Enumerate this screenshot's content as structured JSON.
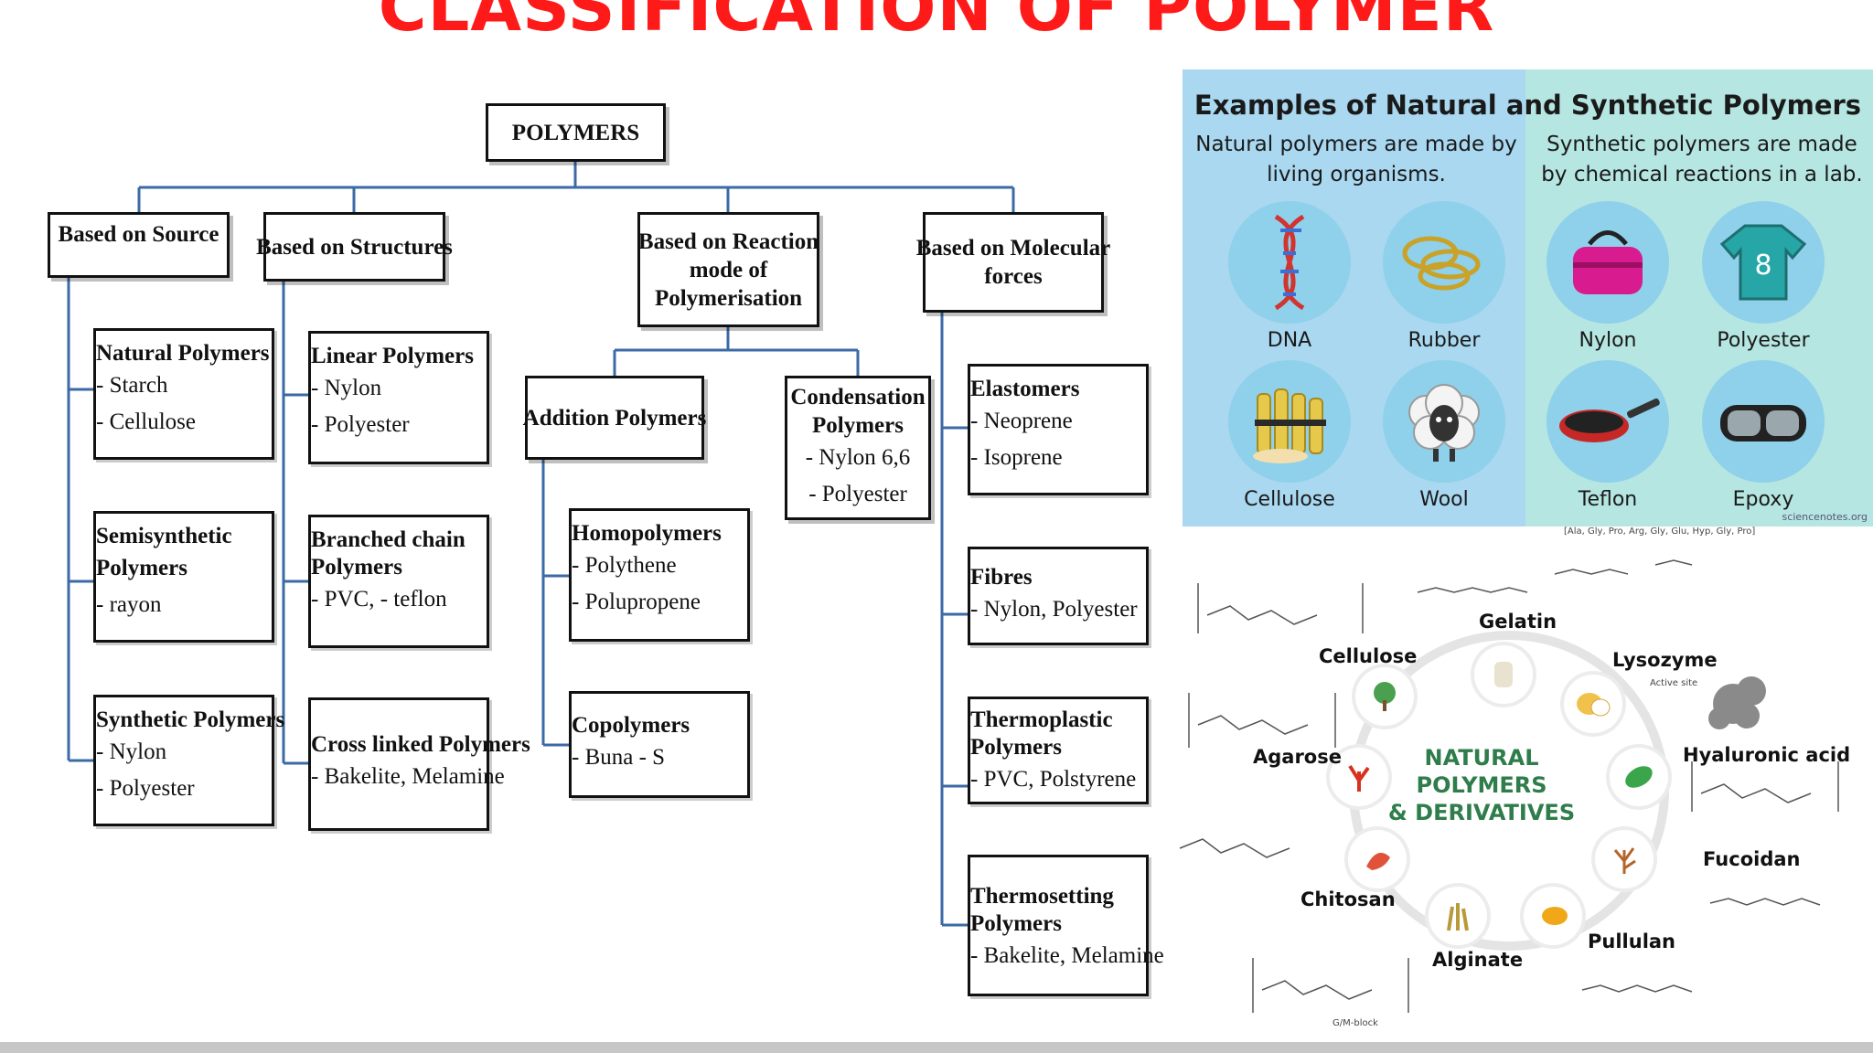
{
  "title": "CLASSIFICATION OF POLYMER",
  "tree": {
    "root": "POLYMERS",
    "source": {
      "label": "Based on Source",
      "natural": {
        "head": "Natural Polymers",
        "items": [
          "- Starch",
          "- Cellulose"
        ]
      },
      "semi": {
        "head": [
          "Semisynthetic",
          "Polymers"
        ],
        "items": [
          "- rayon"
        ]
      },
      "synthetic": {
        "head": "Synthetic Polymers",
        "items": [
          "- Nylon",
          "- Polyester"
        ]
      }
    },
    "structures": {
      "label": "Based on Structures",
      "linear": {
        "head": "Linear Polymers",
        "items": [
          "- Nylon",
          "- Polyester"
        ]
      },
      "branched": {
        "head": [
          "Branched chain",
          "Polymers"
        ],
        "items": [
          "- PVC, - teflon"
        ]
      },
      "cross": {
        "head": "Cross linked Polymers",
        "items": [
          "- Bakelite, Melamine"
        ]
      }
    },
    "reaction": {
      "label": [
        "Based on Reaction",
        "mode of",
        "Polymerisation"
      ],
      "addition": "Addition Polymers",
      "condensation": {
        "head": [
          "Condensation",
          "Polymers"
        ],
        "items": [
          "- Nylon 6,6",
          "- Polyester"
        ]
      },
      "homo": {
        "head": "Homopolymers",
        "items": [
          "- Polythene",
          "- Polupropene"
        ]
      },
      "co": {
        "head": "Copolymers",
        "items": [
          "- Buna - S"
        ]
      }
    },
    "forces": {
      "label": [
        "Based on Molecular",
        "forces"
      ],
      "elastomers": {
        "head": "Elastomers",
        "items": [
          "- Neoprene",
          "- Isoprene"
        ]
      },
      "fibres": {
        "head": "Fibres",
        "items": [
          "- Nylon, Polyester"
        ]
      },
      "thermoplastic": {
        "head": [
          "Thermoplastic",
          "Polymers"
        ],
        "items": [
          "- PVC, Polstyrene"
        ]
      },
      "thermosetting": {
        "head": [
          "Thermosetting",
          "Polymers"
        ],
        "items": [
          "- Bakelite, Melamine"
        ]
      }
    }
  },
  "examples": {
    "title": "Examples of Natural and Synthetic Polymers",
    "natural_sub": [
      "Natural polymers are made by",
      "living organisms."
    ],
    "synthetic_sub": [
      "Synthetic polymers are made",
      "by chemical reactions in a lab."
    ],
    "items": [
      "DNA",
      "Rubber",
      "Nylon",
      "Polyester",
      "Cellulose",
      "Wool",
      "Teflon",
      "Epoxy"
    ],
    "credit": "sciencenotes.org",
    "colors": {
      "natural_bg": "#a9d8f0",
      "synthetic_bg": "#b5e6e2",
      "circle": "#8fd0ea"
    }
  },
  "natural_polymers": {
    "center": [
      "NATURAL",
      "POLYMERS",
      "& DERIVATIVES"
    ],
    "labels": [
      "Gelatin",
      "Lysozyme",
      "Hyaluronic acid",
      "Fucoidan",
      "Pullulan",
      "Alginate",
      "Chitosan",
      "Agarose",
      "Cellulose"
    ],
    "small": [
      "[Ala, Gly, Pro, Arg, Gly, Glu, Hyp, Gly, Pro]",
      "Active site",
      "G/M-block"
    ],
    "center_color": "#2e7d4a"
  }
}
